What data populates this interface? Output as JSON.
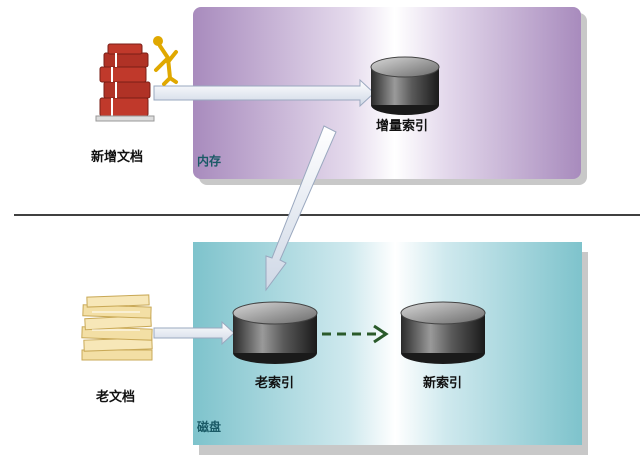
{
  "labels": {
    "memory": "内存",
    "disk": "磁盘",
    "new_docs": "新增文档",
    "old_docs": "老文档",
    "incremental_index": "增量索引",
    "old_index": "老索引",
    "new_index": "新索引"
  },
  "colors": {
    "memory_panel": "#a88bbd",
    "disk_panel": "#7ec3cc",
    "arrow_dash": "#2a5a2a"
  },
  "icons": {
    "new_docs": "red-binders-icon",
    "old_docs": "paper-stack-icon",
    "index": "database-cylinder-icon"
  }
}
